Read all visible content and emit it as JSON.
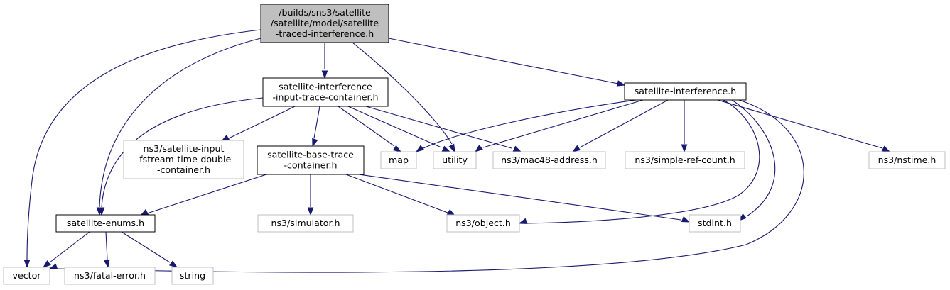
{
  "diagram": {
    "colors": {
      "edge": "#191970",
      "main_node_fill": "#bfbfbf",
      "local_node_border": "#000000",
      "external_node_border": "#bfbfbf"
    },
    "nodes": [
      {
        "id": "main",
        "kind": "main",
        "lines": [
          "/builds/sns3/satellite",
          "/satellite/model/satellite",
          "-traced-interference.h"
        ]
      },
      {
        "id": "iitc",
        "kind": "local",
        "lines": [
          "satellite-interference",
          "-input-trace-container.h"
        ]
      },
      {
        "id": "interf",
        "kind": "local",
        "lines": [
          "satellite-interference.h"
        ]
      },
      {
        "id": "fstream",
        "kind": "external",
        "lines": [
          "ns3/satellite-input",
          "-fstream-time-double",
          "-container.h"
        ]
      },
      {
        "id": "btc",
        "kind": "local",
        "lines": [
          "satellite-base-trace",
          "-container.h"
        ]
      },
      {
        "id": "map",
        "kind": "external",
        "lines": [
          "map"
        ]
      },
      {
        "id": "utility",
        "kind": "external",
        "lines": [
          "utility"
        ]
      },
      {
        "id": "mac48",
        "kind": "external",
        "lines": [
          "ns3/mac48-address.h"
        ]
      },
      {
        "id": "srefcount",
        "kind": "external",
        "lines": [
          "ns3/simple-ref-count.h"
        ]
      },
      {
        "id": "nstime",
        "kind": "external",
        "lines": [
          "ns3/nstime.h"
        ]
      },
      {
        "id": "enums",
        "kind": "local",
        "lines": [
          "satellite-enums.h"
        ]
      },
      {
        "id": "simulator",
        "kind": "external",
        "lines": [
          "ns3/simulator.h"
        ]
      },
      {
        "id": "object",
        "kind": "external",
        "lines": [
          "ns3/object.h"
        ]
      },
      {
        "id": "stdint",
        "kind": "external",
        "lines": [
          "stdint.h"
        ]
      },
      {
        "id": "vector",
        "kind": "external",
        "lines": [
          "vector"
        ]
      },
      {
        "id": "fatal",
        "kind": "external",
        "lines": [
          "ns3/fatal-error.h"
        ]
      },
      {
        "id": "string",
        "kind": "external",
        "lines": [
          "string"
        ]
      }
    ],
    "edges": [
      {
        "from": "main",
        "to": "iitc"
      },
      {
        "from": "main",
        "to": "interf"
      },
      {
        "from": "main",
        "to": "utility"
      },
      {
        "from": "main",
        "to": "enums"
      },
      {
        "from": "main",
        "to": "vector"
      },
      {
        "from": "iitc",
        "to": "fstream"
      },
      {
        "from": "iitc",
        "to": "btc"
      },
      {
        "from": "iitc",
        "to": "map"
      },
      {
        "from": "iitc",
        "to": "utility"
      },
      {
        "from": "iitc",
        "to": "mac48"
      },
      {
        "from": "iitc",
        "to": "enums"
      },
      {
        "from": "interf",
        "to": "map"
      },
      {
        "from": "interf",
        "to": "utility"
      },
      {
        "from": "interf",
        "to": "mac48"
      },
      {
        "from": "interf",
        "to": "srefcount"
      },
      {
        "from": "interf",
        "to": "nstime"
      },
      {
        "from": "interf",
        "to": "object"
      },
      {
        "from": "interf",
        "to": "stdint"
      },
      {
        "from": "interf",
        "to": "vector"
      },
      {
        "from": "btc",
        "to": "enums"
      },
      {
        "from": "btc",
        "to": "simulator"
      },
      {
        "from": "btc",
        "to": "object"
      },
      {
        "from": "btc",
        "to": "stdint"
      },
      {
        "from": "enums",
        "to": "vector"
      },
      {
        "from": "enums",
        "to": "fatal"
      },
      {
        "from": "enums",
        "to": "string"
      }
    ]
  }
}
